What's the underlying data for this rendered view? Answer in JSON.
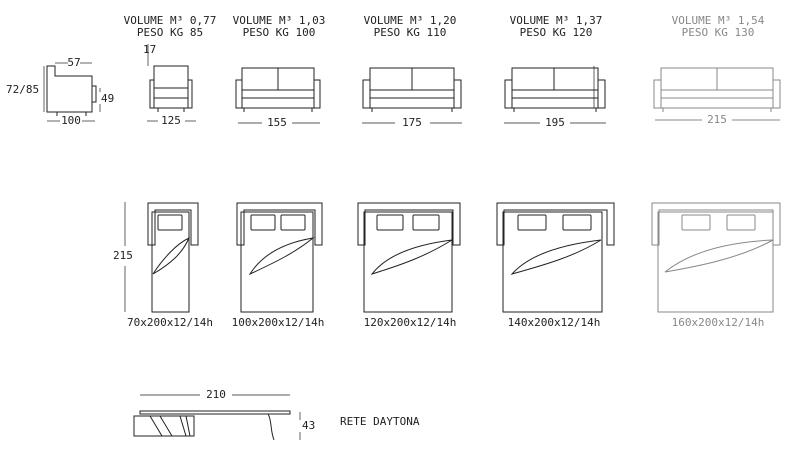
{
  "dims": {
    "armchair_side": {
      "height": "72/85",
      "depth_top": "57",
      "seat": "49",
      "width": "100"
    },
    "chair_arm": "17",
    "bed_length": "215",
    "rete_width": "210",
    "rete_height": "43"
  },
  "models": [
    {
      "volume": "VOLUME M³ 0,77",
      "peso": "PESO KG 85",
      "width": "125",
      "mattress": "70x200x12/14h"
    },
    {
      "volume": "VOLUME M³ 1,03",
      "peso": "PESO KG 100",
      "width": "155",
      "mattress": "100x200x12/14h"
    },
    {
      "volume": "VOLUME M³ 1,20",
      "peso": "PESO KG 110",
      "width": "175",
      "mattress": "120x200x12/14h"
    },
    {
      "volume": "VOLUME M³ 1,37",
      "peso": "PESO KG 120",
      "width": "195",
      "mattress": "140x200x12/14h"
    },
    {
      "volume": "VOLUME M³ 1,54",
      "peso": "PESO KG 130",
      "width": "215",
      "mattress": "160x200x12/14h"
    }
  ],
  "rete_label": "RETE DAYTONA"
}
